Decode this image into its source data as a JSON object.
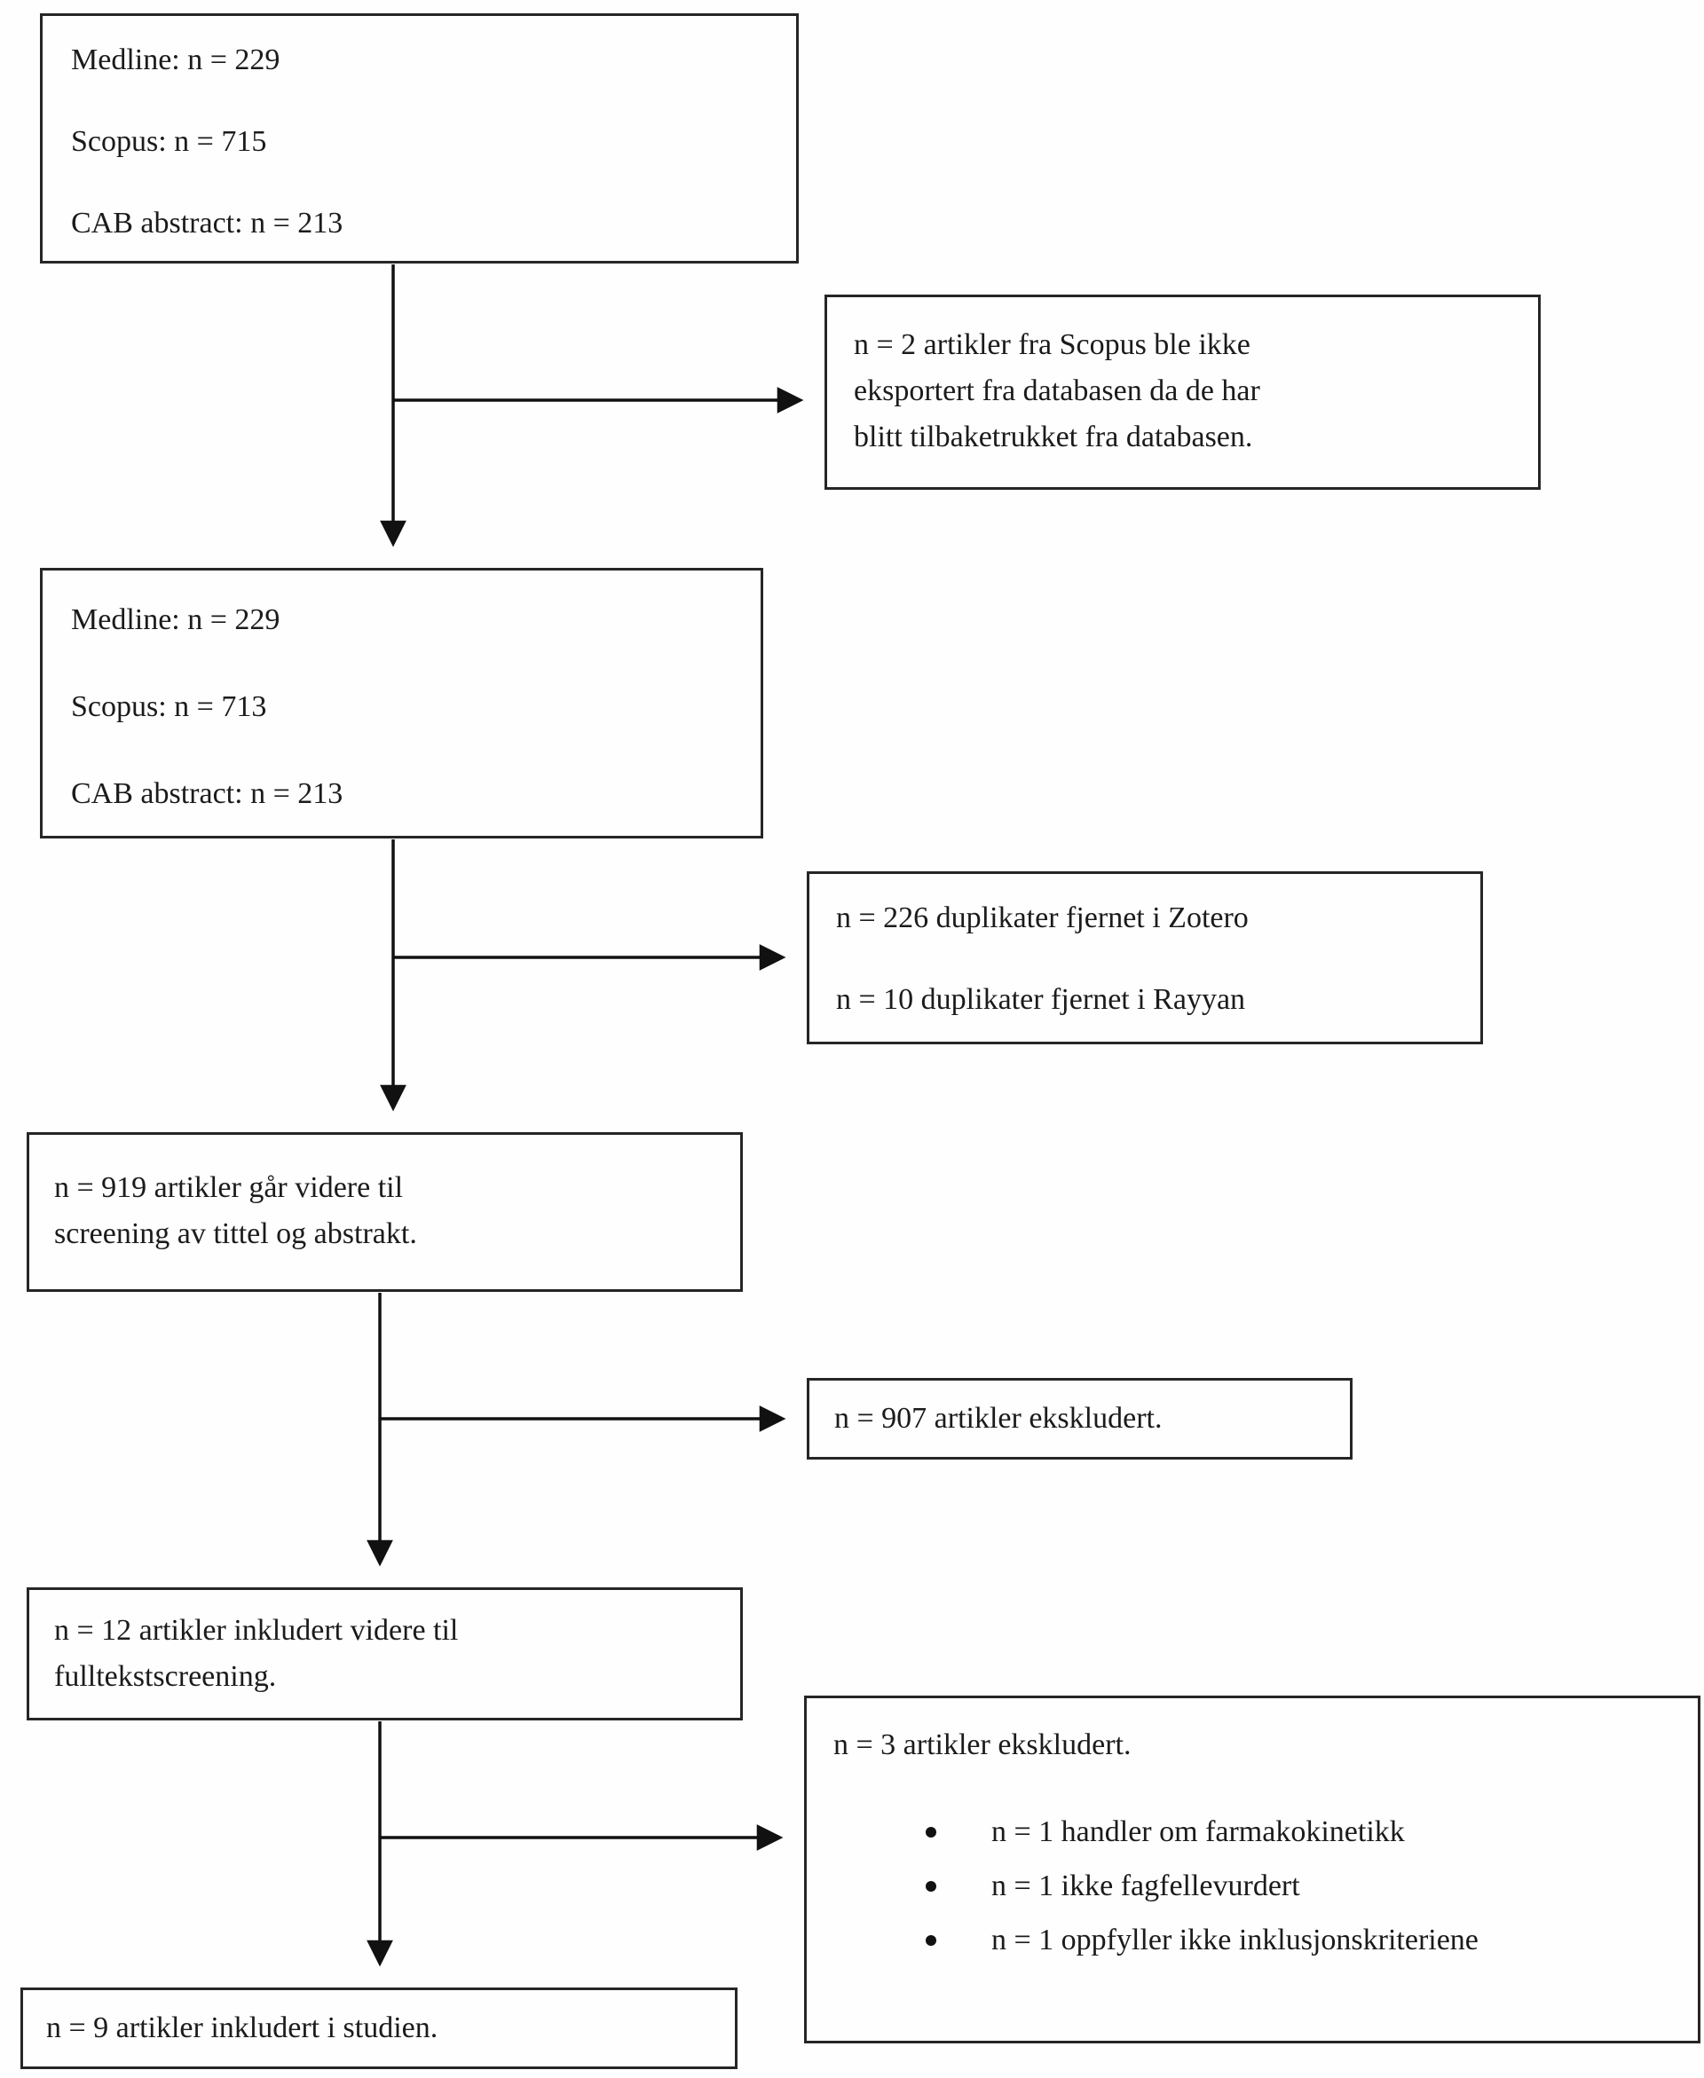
{
  "colors": {
    "background": "#fefefe",
    "border": "#262626",
    "text": "#1b1b1b",
    "arrow": "#111111"
  },
  "boxes": {
    "search_results": {
      "lines": [
        "Medline: n = 229",
        "Scopus: n = 715",
        "CAB abstract: n = 213"
      ]
    },
    "withdrawn_note": {
      "lines": [
        "n = 2 artikler fra Scopus ble ikke",
        "eksportert fra databasen da de har",
        "blitt tilbaketrukket fra databasen."
      ]
    },
    "after_export": {
      "lines": [
        "Medline: n = 229",
        "Scopus: n = 713",
        "CAB abstract: n = 213"
      ]
    },
    "duplicates_removed": {
      "lines": [
        "n = 226 duplikater fjernet i Zotero",
        "n = 10 duplikater fjernet i Rayyan"
      ]
    },
    "title_abstract_screening": {
      "lines": [
        "n = 919 artikler går videre til",
        "screening av tittel og abstrakt."
      ]
    },
    "excluded_screening": {
      "lines": [
        "n = 907 artikler ekskludert."
      ]
    },
    "fulltext_screening": {
      "lines": [
        "n = 12 artikler inkludert videre til",
        "fulltekstscreening."
      ]
    },
    "excluded_fulltext": {
      "title": "n = 3 artikler ekskludert.",
      "bullets": [
        "n = 1 handler om farmakokinetikk",
        "n = 1 ikke fagfellevurdert",
        "n = 1 oppfyller ikke inklusjonskriteriene"
      ]
    },
    "included_studies": {
      "lines": [
        "n = 9 artikler inkludert i studien."
      ]
    }
  }
}
